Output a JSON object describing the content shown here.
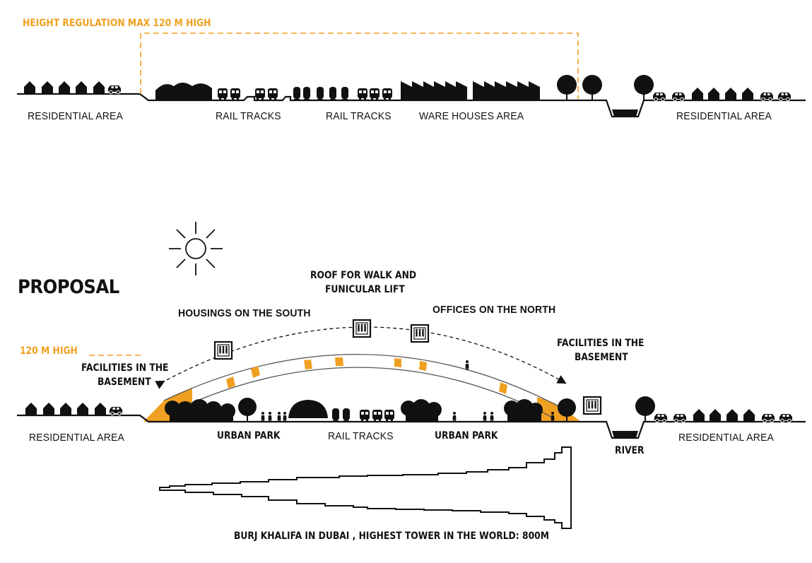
{
  "existing": {
    "height_regulation": "HEIGHT REGULATION MAX 120 M HIGH",
    "labels": {
      "residential_left": "RESIDENTIAL AREA",
      "rail_tracks_1": "RAIL TRACKS",
      "rail_tracks_2": "RAIL TRACKS",
      "ware_houses": "WARE HOUSES AREA",
      "residential_right": "RESIDENTIAL AREA"
    }
  },
  "proposal": {
    "title": "PROPOSAL",
    "roof_line1": "ROOF FOR WALK AND",
    "roof_line2": "FUNICULAR LIFT",
    "housings": "HOUSINGS ON THE SOUTH",
    "offices": "OFFICES ON THE NORTH",
    "height_marker": "120 M HIGH",
    "facilities_left_1": "FACILITIES IN THE",
    "facilities_left_2": "BASEMENT",
    "facilities_right_1": "FACILITIES IN THE",
    "facilities_right_2": "BASEMENT",
    "residential_left": "RESIDENTIAL AREA",
    "urban_park_1": "URBAN PARK",
    "rail_tracks": "RAIL TRACKS",
    "urban_park_2": "URBAN PARK",
    "river": "RIVER",
    "residential_right": "RESIDENTIAL AREA",
    "burj_caption": "BURJ KHALIFA IN DUBAI , HIGHEST TOWER IN THE WORLD: 800M"
  },
  "colors": {
    "accent": "#F0A020",
    "ink": "#111111"
  }
}
